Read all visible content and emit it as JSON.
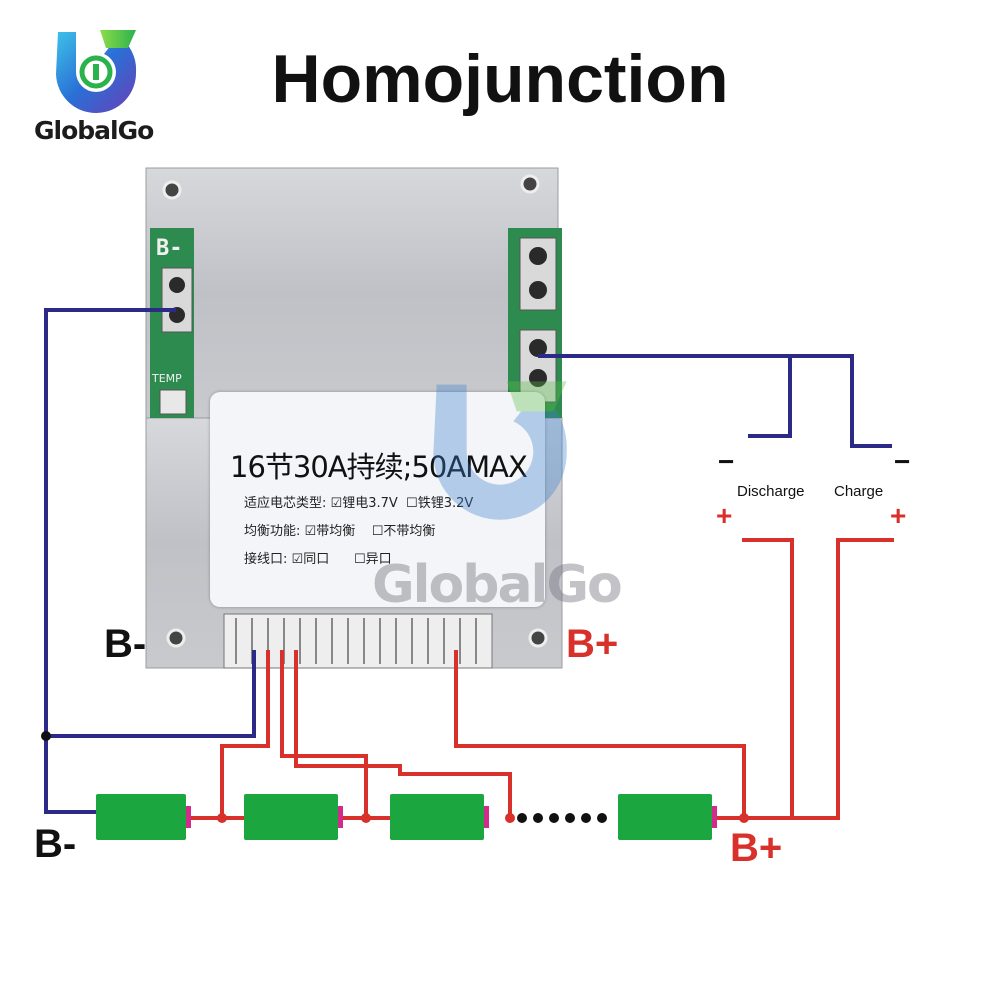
{
  "header": {
    "title": "Homojunction",
    "brand_name": "GlobalGo"
  },
  "board": {
    "spec_main": "16节30A持续;50AMAX",
    "spec_rows": [
      {
        "label": "适应电芯类型:",
        "opt1": "锂电3.7V",
        "opt1_checked": true,
        "opt2": "铁锂3.2V",
        "opt2_checked": false
      },
      {
        "label": "均衡功能:",
        "opt1": "带均衡",
        "opt1_checked": true,
        "opt2": "不带均衡",
        "opt2_checked": false
      },
      {
        "label": "接线口:",
        "opt1": "同口",
        "opt1_checked": true,
        "opt2": "异口",
        "opt2_checked": false
      }
    ],
    "pcb_label_b_minus": "B-",
    "pcb_label_temp": "TEMP",
    "watermark": "GlobalGo"
  },
  "labels": {
    "board_b_minus": "B-",
    "board_b_plus": "B+",
    "pack_b_minus": "B-",
    "pack_b_plus": "B+",
    "discharge": "Discharge",
    "charge": "Charge",
    "minus_sign": "−",
    "plus_sign": "+"
  },
  "colors": {
    "negative_wire": "#2b2a86",
    "positive_wire": "#d8302a",
    "cell_green": "#1ba63f",
    "cell_terminal": "#d12b8c",
    "plate": "#c9cbcf",
    "pcb_green": "#2e8b4f",
    "label_red": "#d8302a"
  }
}
